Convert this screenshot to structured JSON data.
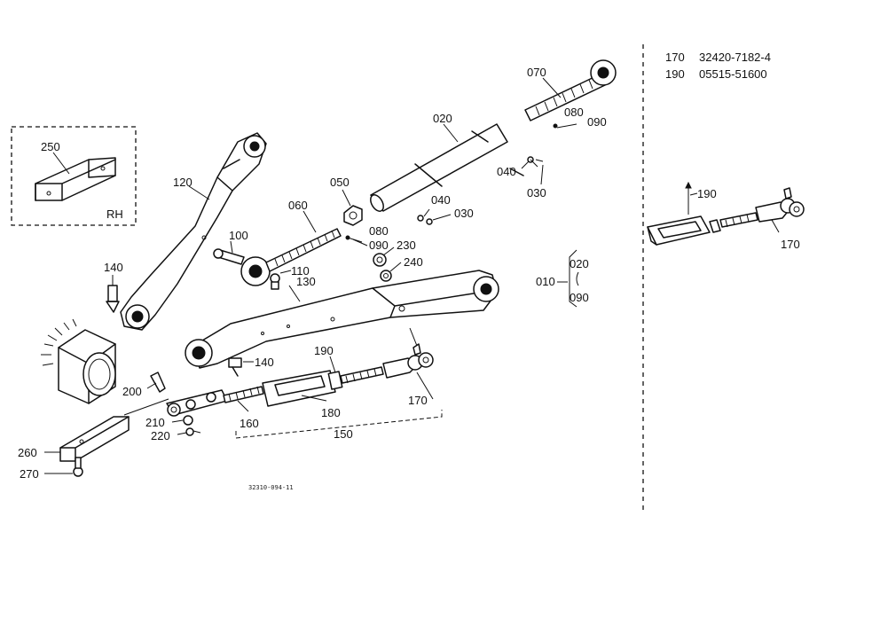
{
  "diagram_code": "32310-094-11",
  "side_label": "RH",
  "part_numbers": [
    {
      "ref": "170",
      "part_no": "32420-7182-4"
    },
    {
      "ref": "190",
      "part_no": "05515-51600"
    }
  ],
  "labels": {
    "l010": "010",
    "l020a": "020",
    "l020b": "020",
    "l030a": "030",
    "l030b": "030",
    "l040a": "040",
    "l040b": "040",
    "l050": "050",
    "l060": "060",
    "l070": "070",
    "l080a": "080",
    "l080b": "080",
    "l090a": "090",
    "l090b": "090",
    "l090c": "090",
    "l100": "100",
    "l110": "110",
    "l120": "120",
    "l130": "130",
    "l140a": "140",
    "l140b": "140",
    "l150": "150",
    "l160": "160",
    "l170a": "170",
    "l170b": "170",
    "l180": "180",
    "l190a": "190",
    "l190b": "190",
    "l200": "200",
    "l210": "210",
    "l220": "220",
    "l230": "230",
    "l240": "240",
    "l250": "250",
    "l260": "260",
    "l270": "270"
  },
  "colors": {
    "ink": "#111111",
    "paper": "#ffffff"
  }
}
